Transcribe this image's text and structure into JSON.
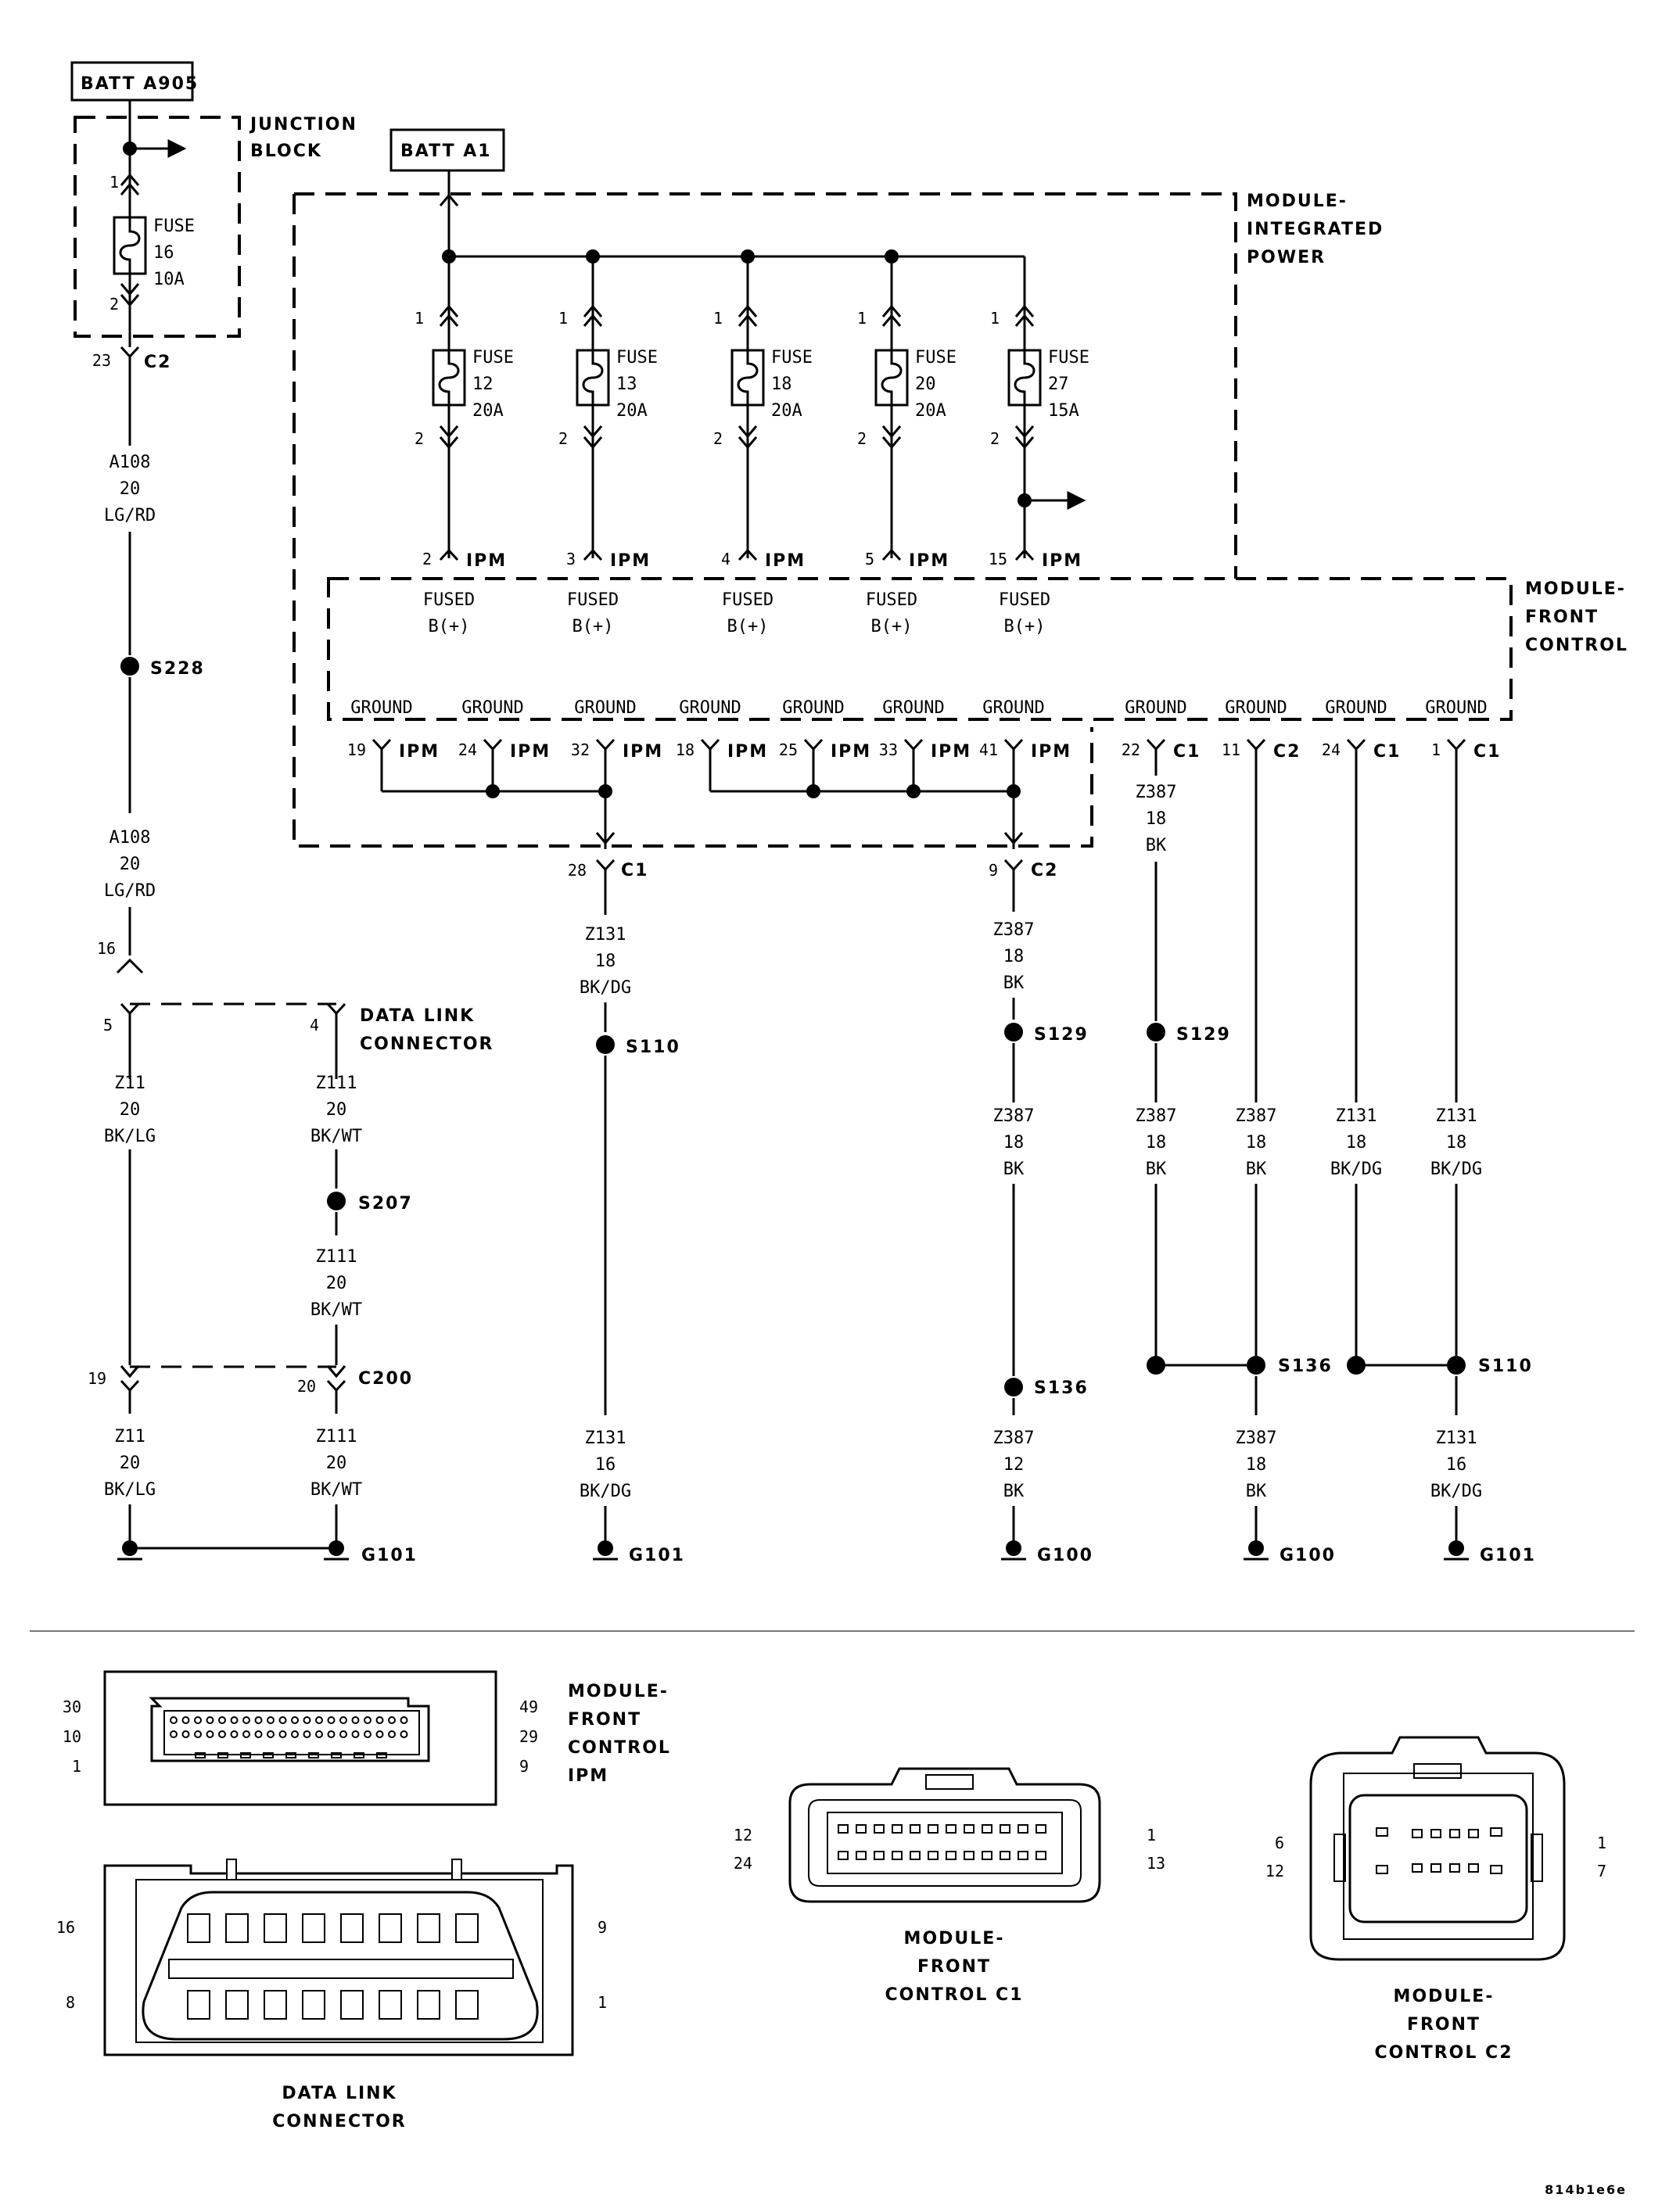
{
  "batt_a905": "BATT A905",
  "batt_a1": "BATT A1",
  "junction_block": [
    "JUNCTION",
    "BLOCK"
  ],
  "jb_fuse": {
    "label": "FUSE",
    "num": "16",
    "amp": "10A",
    "pin1": "1",
    "pin2": "2"
  },
  "c2_top": {
    "pin": "23",
    "conn": "C2"
  },
  "mip_label": [
    "MODULE-",
    "INTEGRATED",
    "POWER"
  ],
  "mfc_label": [
    "MODULE-",
    "FRONT",
    "CONTROL"
  ],
  "ipm_fuses": [
    {
      "num": "12",
      "amp": "20A",
      "pin": "2",
      "conn": "IPM"
    },
    {
      "num": "13",
      "amp": "20A",
      "pin": "3",
      "conn": "IPM"
    },
    {
      "num": "18",
      "amp": "20A",
      "pin": "4",
      "conn": "IPM"
    },
    {
      "num": "20",
      "amp": "20A",
      "pin": "5",
      "conn": "IPM"
    },
    {
      "num": "27",
      "amp": "15A",
      "pin": "15",
      "conn": "IPM"
    }
  ],
  "fuse_word": "FUSE",
  "pin_in": "1",
  "pin_out": "2",
  "fused_label": [
    "FUSED",
    "B(+)"
  ],
  "ground_word": "GROUND",
  "ground_pins": [
    {
      "pin": "19",
      "conn": "IPM"
    },
    {
      "pin": "24",
      "conn": "IPM"
    },
    {
      "pin": "32",
      "conn": "IPM"
    },
    {
      "pin": "18",
      "conn": "IPM"
    },
    {
      "pin": "25",
      "conn": "IPM"
    },
    {
      "pin": "33",
      "conn": "IPM"
    },
    {
      "pin": "41",
      "conn": "IPM"
    },
    {
      "pin": "22",
      "conn": "C1"
    },
    {
      "pin": "11",
      "conn": "C2"
    },
    {
      "pin": "24",
      "conn": "C1"
    },
    {
      "pin": "1",
      "conn": "C1"
    }
  ],
  "c1_28": {
    "pin": "28",
    "conn": "C1"
  },
  "c2_9": {
    "pin": "9",
    "conn": "C2"
  },
  "wires": {
    "a108_upper": [
      "A108",
      "20",
      "LG/RD"
    ],
    "a108_lower": [
      "A108",
      "20",
      "LG/RD"
    ],
    "z11_upper": [
      "Z11",
      "20",
      "BK/LG"
    ],
    "z111_upper": [
      "Z111",
      "20",
      "BK/WT"
    ],
    "z111_mid": [
      "Z111",
      "20",
      "BK/WT"
    ],
    "z11_lower": [
      "Z11",
      "20",
      "BK/LG"
    ],
    "z111_lower": [
      "Z111",
      "20",
      "BK/WT"
    ],
    "z131_c1": [
      "Z131",
      "18",
      "BK/DG"
    ],
    "z131_c1_lower": [
      "Z131",
      "16",
      "BK/DG"
    ],
    "z387_c2": [
      "Z387",
      "18",
      "BK"
    ],
    "z387_c2_mid": [
      "Z387",
      "18",
      "BK"
    ],
    "z387_c2_lower": [
      "Z387",
      "12",
      "BK"
    ],
    "z387_22": [
      "Z387",
      "18",
      "BK"
    ],
    "z387_22_mid": [
      "Z387",
      "18",
      "BK"
    ],
    "z387_11": [
      "Z387",
      "18",
      "BK"
    ],
    "z131_24": [
      "Z131",
      "18",
      "BK/DG"
    ],
    "z131_1": [
      "Z131",
      "18",
      "BK/DG"
    ],
    "z387_g100": [
      "Z387",
      "18",
      "BK"
    ],
    "z131_g101": [
      "Z131",
      "16",
      "BK/DG"
    ]
  },
  "splices": {
    "s228": "S228",
    "s207": "S207",
    "s110a": "S110",
    "s129a": "S129",
    "s129b": "S129",
    "s136a": "S136",
    "s136b": "S136",
    "s110b": "S110"
  },
  "dlc": {
    "pin16": "16",
    "pin5": "5",
    "pin4": "4",
    "label": [
      "DATA LINK",
      "CONNECTOR"
    ]
  },
  "c200": {
    "pin19": "19",
    "pin20": "20",
    "conn": "C200"
  },
  "grounds": {
    "g101a": "G101",
    "g101b": "G101",
    "g100a": "G100",
    "g100b": "G100",
    "g101c": "G101"
  },
  "bottom": {
    "ipm_title": [
      "MODULE-",
      "FRONT",
      "CONTROL",
      "IPM"
    ],
    "ipm_left": [
      "30",
      "10",
      "1"
    ],
    "ipm_right": [
      "49",
      "29",
      "9"
    ],
    "dlc_title": [
      "DATA LINK",
      "CONNECTOR"
    ],
    "dlc_left": [
      "16",
      "8"
    ],
    "dlc_right": [
      "9",
      "1"
    ],
    "c1_title": [
      "MODULE-",
      "FRONT",
      "CONTROL C1"
    ],
    "c1_left": [
      "12",
      "24"
    ],
    "c1_right": [
      "1",
      "13"
    ],
    "c2_title": [
      "MODULE-",
      "FRONT",
      "CONTROL C2"
    ],
    "c2_left": [
      "6",
      "12"
    ],
    "c2_right": [
      "1",
      "7"
    ],
    "ref_code": "814b1e6e"
  }
}
